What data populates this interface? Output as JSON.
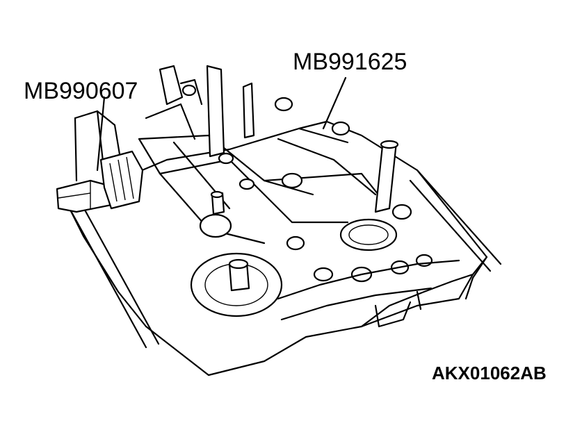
{
  "labels": {
    "tool_left": "MB990607",
    "tool_right": "MB991625",
    "figure_code": "AKX01062AB"
  }
}
